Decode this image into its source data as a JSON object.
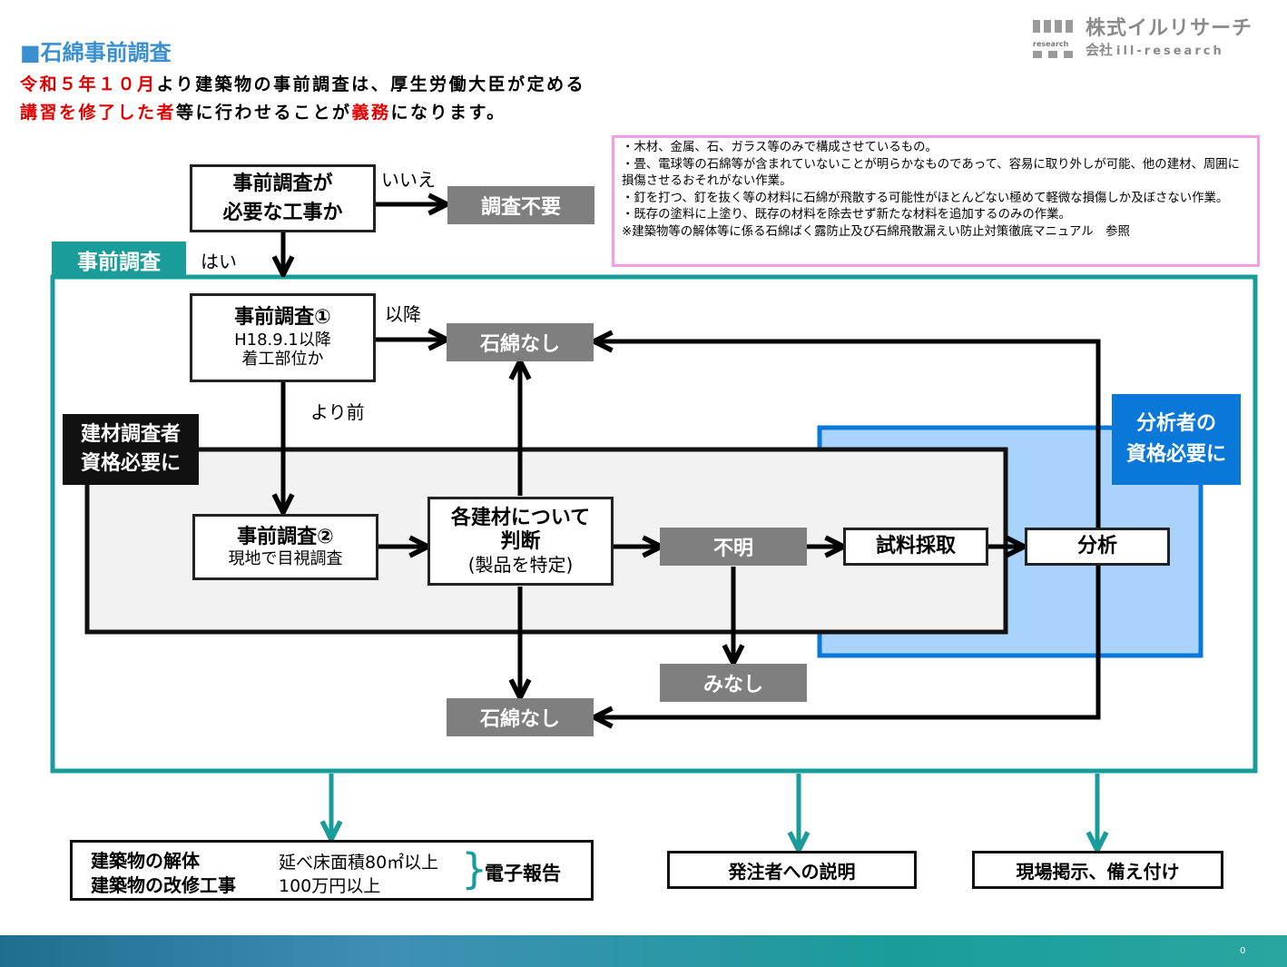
{
  "title": "■石綿事前調査",
  "intro": {
    "line1": [
      {
        "text": "令和５年１０月",
        "red": true
      },
      {
        "text": "より建築物の事前調査は、厚生労働大臣が定める",
        "red": false
      }
    ],
    "line2": [
      {
        "text": "講習を修了した者",
        "red": true
      },
      {
        "text": "等に行わせることが",
        "red": false
      },
      {
        "text": "義務",
        "red": true
      },
      {
        "text": "になります。",
        "red": false
      }
    ]
  },
  "logo": {
    "name": "株式イルリサーチ",
    "sub_jp": "会社",
    "sub_en": "ill-research",
    "mark_text": "research"
  },
  "note": {
    "lines": [
      "・木材、金属、石、ガラス等のみで構成させているもの。",
      "・畳、電球等の石綿等が含まれていないことが明らかなものであって、容易に取り外しが可能、他の建材、周囲に損傷させるおそれがない作業。",
      "・釘を打つ、釘を抜く等の材料に石綿が飛散する可能性がほとんどない極めて軽微な損傷しか及ぼさない作業。",
      "・既存の塗料に上塗り、既存の材料を除去せず新たな材料を追加するのみの作業。",
      "※建築物等の解体等に係る石綿ばく露防止及び石綿飛散漏えい防止対策徹底マニュアル　参照"
    ]
  },
  "flow": {
    "needed": {
      "line1": "事前調査が",
      "line2": "必要な工事か"
    },
    "no_label": "いいえ",
    "not_required": "調査不要",
    "yes_label": "はい",
    "section_tab": "事前調査",
    "survey1": {
      "title": "事前調査①",
      "line1": "H18.9.1以降",
      "line2": "着工部位か"
    },
    "after_label": "以降",
    "before_label": "より前",
    "no_asbestos_top": "石綿なし",
    "no_asbestos_bottom": "石綿なし",
    "material_tab": {
      "line1": "建材調査者",
      "line2": "資格必要に"
    },
    "analyst_tab": {
      "line1": "分析者の",
      "line2": "資格必要に"
    },
    "survey2": {
      "title": "事前調査②",
      "sub": "現地で目視調査"
    },
    "judge": {
      "line1": "各建材について",
      "line2": "判断",
      "line3": "(製品を特定)"
    },
    "unknown": "不明",
    "sampling": "試料採取",
    "analysis": "分析",
    "deemed": "みなし"
  },
  "outputs": {
    "report": {
      "line1": "建築物の解体",
      "line2": "建築物の改修工事",
      "cond1": "延べ床面積80㎡以上",
      "cond2": "100万円以上",
      "brace": "}",
      "result": "電子報告"
    },
    "explain": "発注者への説明",
    "posting": "現場掲示、備え付け"
  },
  "page_number": "0",
  "colors": {
    "teal": "#1a9d9a",
    "blue": "#0a78d8",
    "pink": "#f59ee6",
    "red": "#e00000",
    "gray": "#7f7f7f"
  }
}
